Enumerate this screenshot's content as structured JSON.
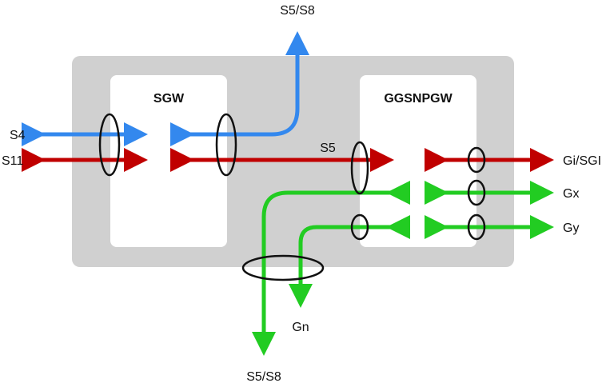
{
  "colors": {
    "background": "#ffffff",
    "container": "#d0d0d0",
    "box": "#ffffff",
    "control_plane_blue": "#3388ee",
    "user_plane_red": "#c00000",
    "green": "#22cc22",
    "ellipse_stroke": "#111111"
  },
  "nodes": {
    "sgw": {
      "title": "SGW"
    },
    "ggsnpgw": {
      "title": "GGSNPGW"
    }
  },
  "interfaces": {
    "top": "S5/S8",
    "s4": "S4",
    "s11": "S11",
    "s5": "S5",
    "gi_sgi": "Gi/SGI",
    "gx": "Gx",
    "gy": "Gy",
    "gn": "Gn",
    "bottom": "S5/S8"
  }
}
